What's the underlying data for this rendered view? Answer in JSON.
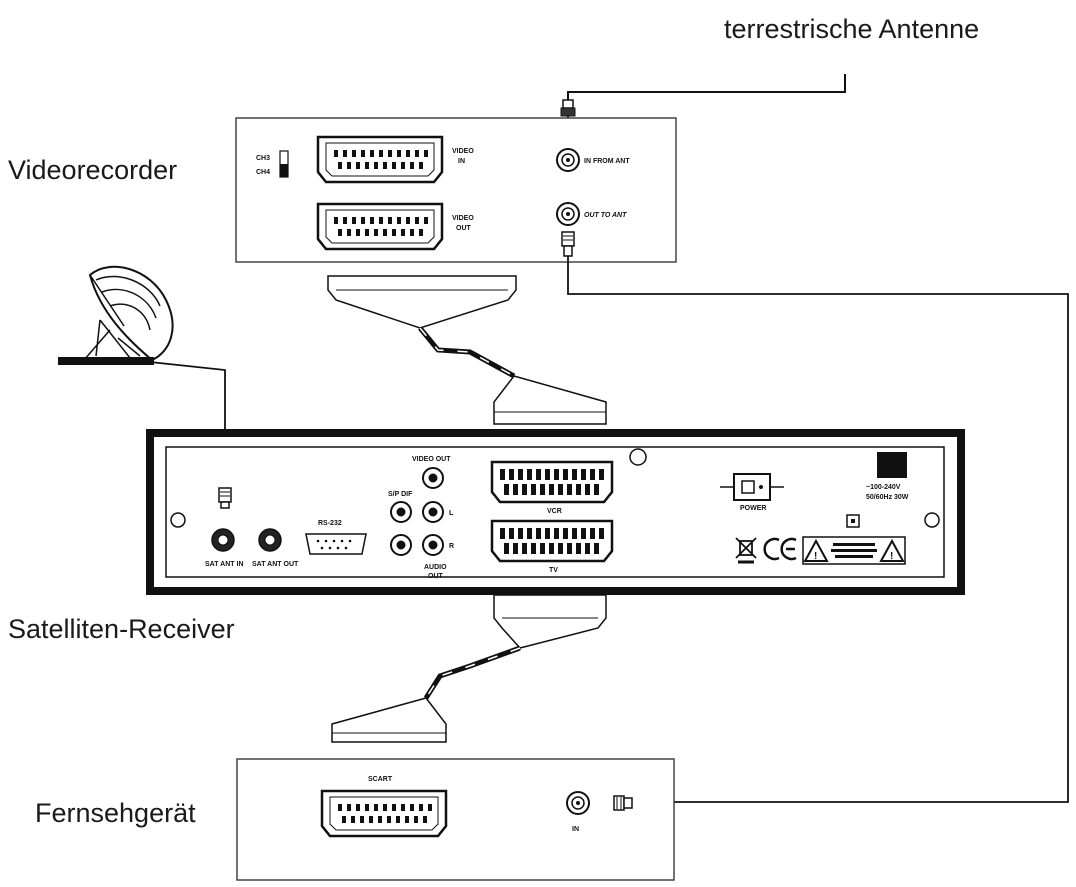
{
  "labels": {
    "antenna": "terrestrische Antenne",
    "vcr": "Videorecorder",
    "receiver": "Satelliten-Receiver",
    "tv": "Fernsehgerät"
  },
  "vcr_panel": {
    "ch3": "CH3",
    "ch4": "CH4",
    "video_in_1": "VIDEO",
    "video_in_2": "IN",
    "video_out_1": "VIDEO",
    "video_out_2": "OUT",
    "in_from_ant": "IN FROM ANT",
    "out_to_ant": "OUT TO ANT"
  },
  "receiver_panel": {
    "sat_ant_in": "SAT ANT IN",
    "sat_ant_out": "SAT ANT OUT",
    "rs232": "RS-232",
    "video_out": "VIDEO OUT",
    "spdif": "S/P DIF",
    "audio_l": "L",
    "audio_r": "R",
    "audio_out_1": "AUDIO",
    "audio_out_2": "OUT",
    "vcr_scart": "VCR",
    "tv_scart": "TV",
    "power": "POWER",
    "voltage": "~100-240V",
    "frequency": "50/60Hz 30W"
  },
  "tv_panel": {
    "scart": "SCART",
    "in": "IN"
  },
  "colors": {
    "line": "#111111",
    "panel_fill": "#ffffff",
    "frame": "#111111"
  }
}
